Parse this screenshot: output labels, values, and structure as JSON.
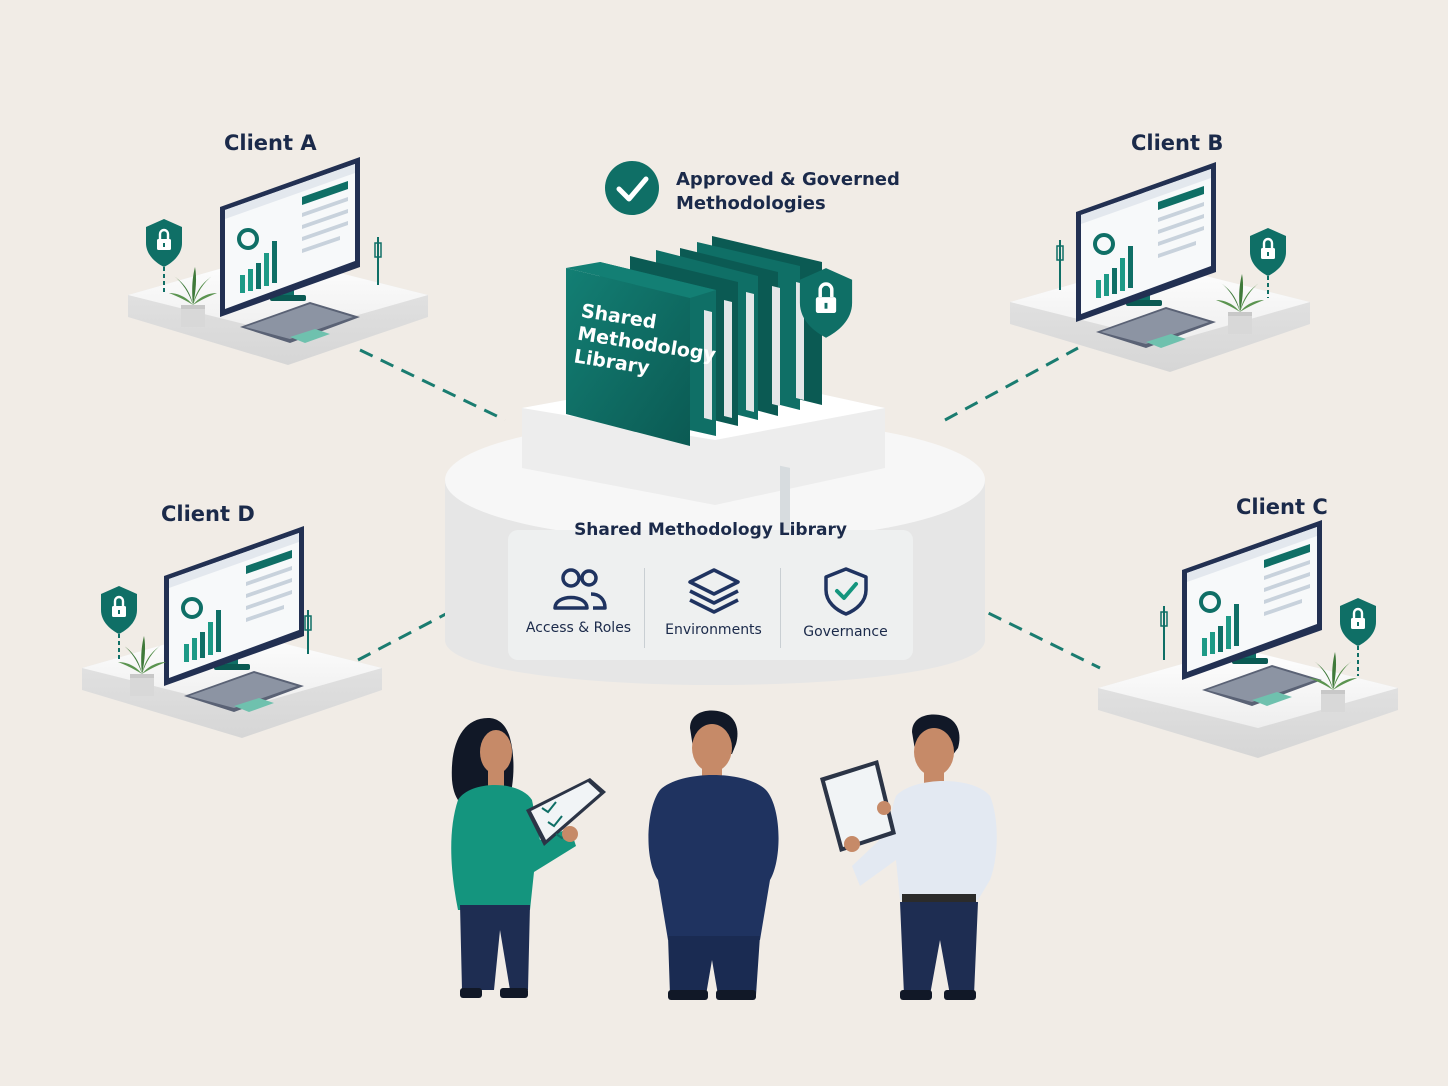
{
  "clients": {
    "a": "Client A",
    "b": "Client B",
    "c": "Client C",
    "d": "Client D"
  },
  "badge": {
    "line1": "Approved & Governed",
    "line2": "Methodologies"
  },
  "library": {
    "book_line1": "Shared",
    "book_line2": "Methodology",
    "book_line3": "Library",
    "panel_title": "Shared Methodology Library",
    "features": [
      {
        "label": "Access & Roles",
        "icon": "users-icon"
      },
      {
        "label": "Environments",
        "icon": "layers-icon"
      },
      {
        "label": "Governance",
        "icon": "shield-check-icon"
      }
    ]
  },
  "colors": {
    "teal": "#0f6f66",
    "dark_teal": "#0b5a53",
    "navy": "#1b2a4a",
    "background": "#f1ece6",
    "platform": "#f4f4f4"
  }
}
